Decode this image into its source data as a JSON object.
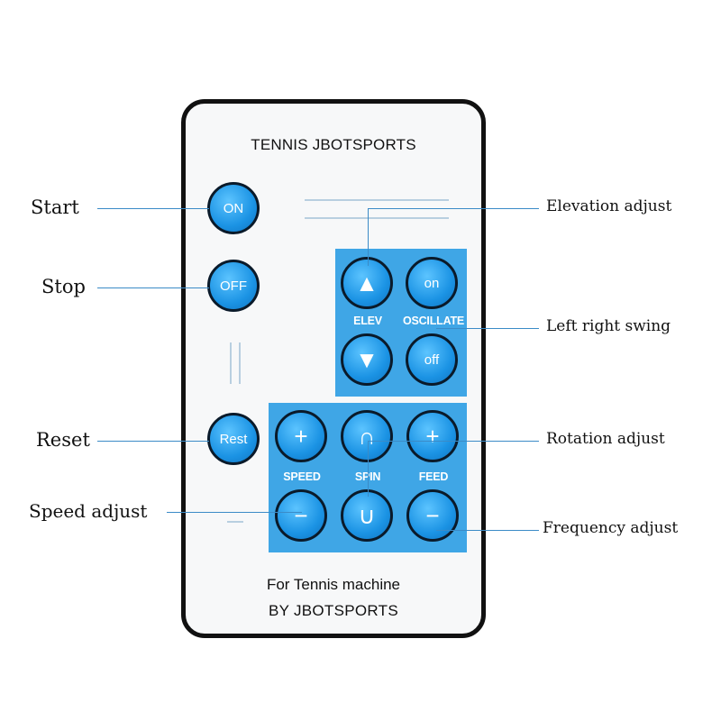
{
  "remote": {
    "title": "TENNIS JBOTSPORTS",
    "footer_line1": "For Tennis machine",
    "footer_line2": "BY JBOTSPORTS"
  },
  "buttons": {
    "on": "ON",
    "off": "OFF",
    "rest": "Rest",
    "elev_up": "▲",
    "elev_down": "▼",
    "oscillate_on": "on",
    "oscillate_off": "off",
    "speed_plus": "+",
    "speed_minus": "−",
    "spin_up": "∩",
    "spin_down": "∪",
    "feed_plus": "+",
    "feed_minus": "−"
  },
  "group_labels": {
    "elev": "ELEV",
    "oscillate": "OSCILLATE",
    "speed": "SPEED",
    "spin": "SPIN",
    "feed": "FEED"
  },
  "callouts": {
    "start": "Start",
    "stop": "Stop",
    "reset": "Reset",
    "speed_adjust": "Speed adjust",
    "elevation_adjust": "Elevation adjust",
    "left_right_swing": "Left right swing",
    "rotation_adjust": "Rotation adjust",
    "frequency_adjust": "Frequency adjust"
  },
  "colors": {
    "button_blue": "#1b93e4",
    "panel_blue": "#3fa6e6",
    "callout_line": "#3b8bc7"
  }
}
